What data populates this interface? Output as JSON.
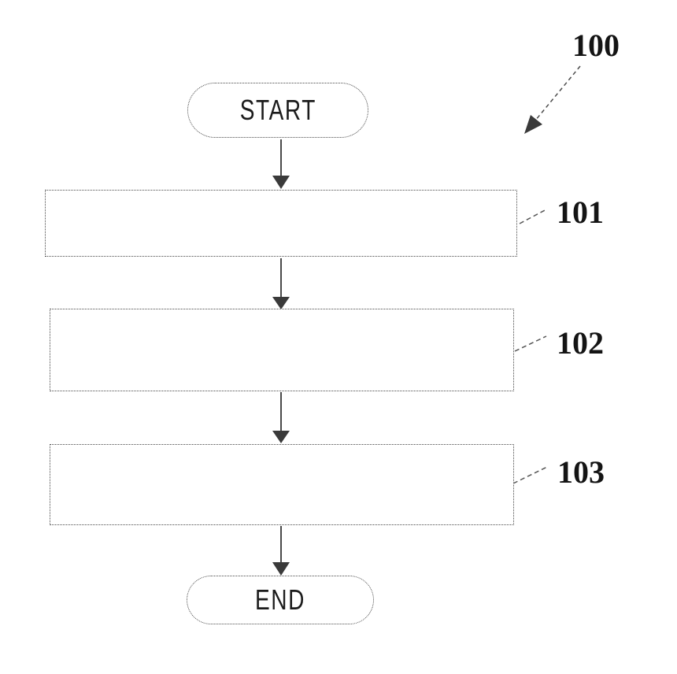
{
  "diagram": {
    "type": "flowchart",
    "overall_ref": "100",
    "start_label": "START",
    "end_label": "END",
    "steps": [
      {
        "ref": "101",
        "label": ""
      },
      {
        "ref": "102",
        "label": ""
      },
      {
        "ref": "103",
        "label": ""
      }
    ],
    "flow": [
      "START",
      "101",
      "102",
      "103",
      "END"
    ],
    "line_color": "#4a4a4a",
    "text_color": "#141414",
    "background_color": "#ffffff",
    "border_style": "dotted"
  }
}
